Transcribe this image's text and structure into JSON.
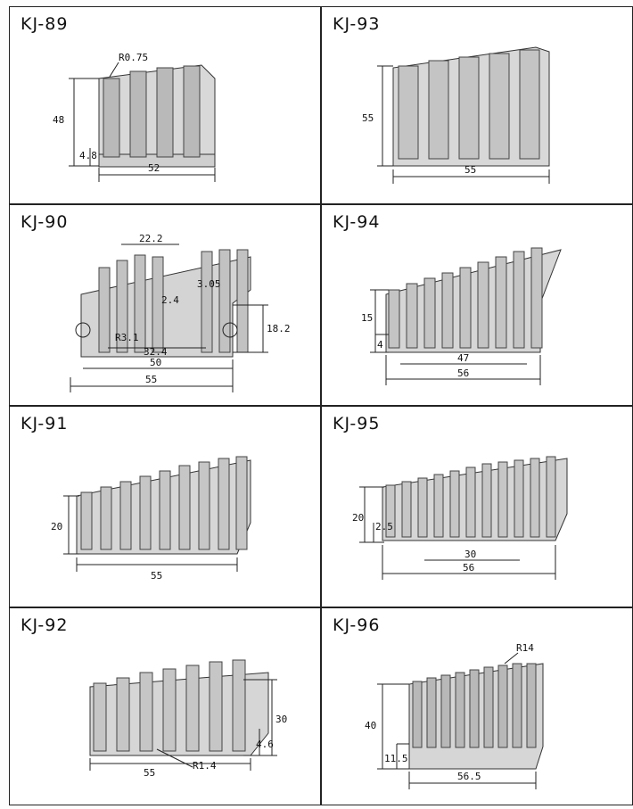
{
  "sheet": {
    "panels": [
      {
        "code": "KJ-89",
        "dims": [
          "R0.75",
          "48",
          "4.8",
          "52"
        ]
      },
      {
        "code": "KJ-93",
        "dims": [
          "55",
          "55"
        ]
      },
      {
        "code": "KJ-90",
        "dims": [
          "22.2",
          "2.4",
          "3.05",
          "R3.1",
          "18.2",
          "32.4",
          "50",
          "55"
        ]
      },
      {
        "code": "KJ-94",
        "dims": [
          "15",
          "4",
          "47",
          "56"
        ]
      },
      {
        "code": "KJ-91",
        "dims": [
          "20",
          "55"
        ]
      },
      {
        "code": "KJ-95",
        "dims": [
          "20",
          "2.5",
          "30",
          "56"
        ]
      },
      {
        "code": "KJ-92",
        "dims": [
          "30",
          "4.6",
          "55",
          "R1.4"
        ]
      },
      {
        "code": "KJ-96",
        "dims": [
          "R14",
          "40",
          "11.5",
          "56.5"
        ]
      }
    ]
  }
}
